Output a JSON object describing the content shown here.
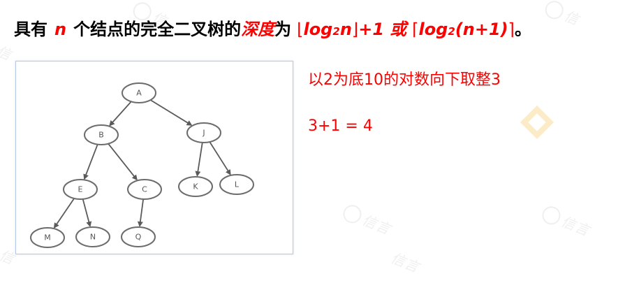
{
  "title": {
    "prefix": "具有",
    "var_n": "n",
    "middle": "个结点的完全二叉树的",
    "highlight": "深度",
    "after": "为",
    "f1_lfloor": "⌊",
    "f1_log": "log",
    "f1_base": "2",
    "f1_arg": "n",
    "f1_rfloor": "⌋",
    "f1_plus": "+1",
    "or_text": "或",
    "f2_lceil": "⌈",
    "f2_log": "log",
    "f2_base": "2",
    "f2_arg": "(n+1)",
    "f2_rceil": "⌉",
    "end": "。"
  },
  "notes": {
    "line1": "以2为底10的对数向下取整3",
    "line2": "3+1 = 4"
  },
  "tree": {
    "nodes": [
      "A",
      "B",
      "J",
      "E",
      "C",
      "K",
      "L",
      "M",
      "N",
      "Q"
    ],
    "edges": [
      [
        "A",
        "B"
      ],
      [
        "A",
        "J"
      ],
      [
        "B",
        "E"
      ],
      [
        "B",
        "C"
      ],
      [
        "J",
        "K"
      ],
      [
        "J",
        "L"
      ],
      [
        "E",
        "M"
      ],
      [
        "E",
        "N"
      ],
      [
        "C",
        "Q"
      ]
    ]
  },
  "colors": {
    "accent": "#ff0000",
    "text": "#000000",
    "frame_border": "#b4c7e7",
    "node_stroke": "#6c6c6c"
  }
}
